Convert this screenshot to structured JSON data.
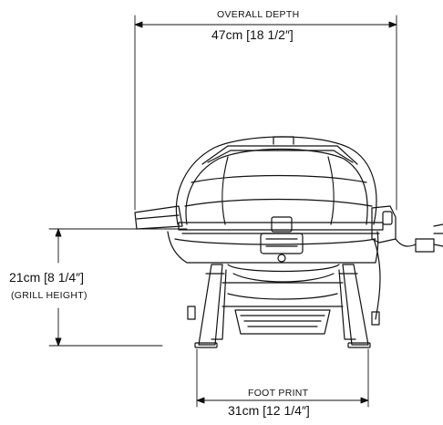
{
  "dimensions": {
    "depth": {
      "caption": "OVERALL DEPTH",
      "value": "47cm [18 1/2″]"
    },
    "height": {
      "value": "21cm [8 1/4″]",
      "note": "(GRILL HEIGHT)"
    },
    "footprint": {
      "caption": "FOOT PRINT",
      "value": "31cm [12 1/4″]"
    }
  },
  "colors": {
    "line": "#111111",
    "background": "#ffffff"
  }
}
